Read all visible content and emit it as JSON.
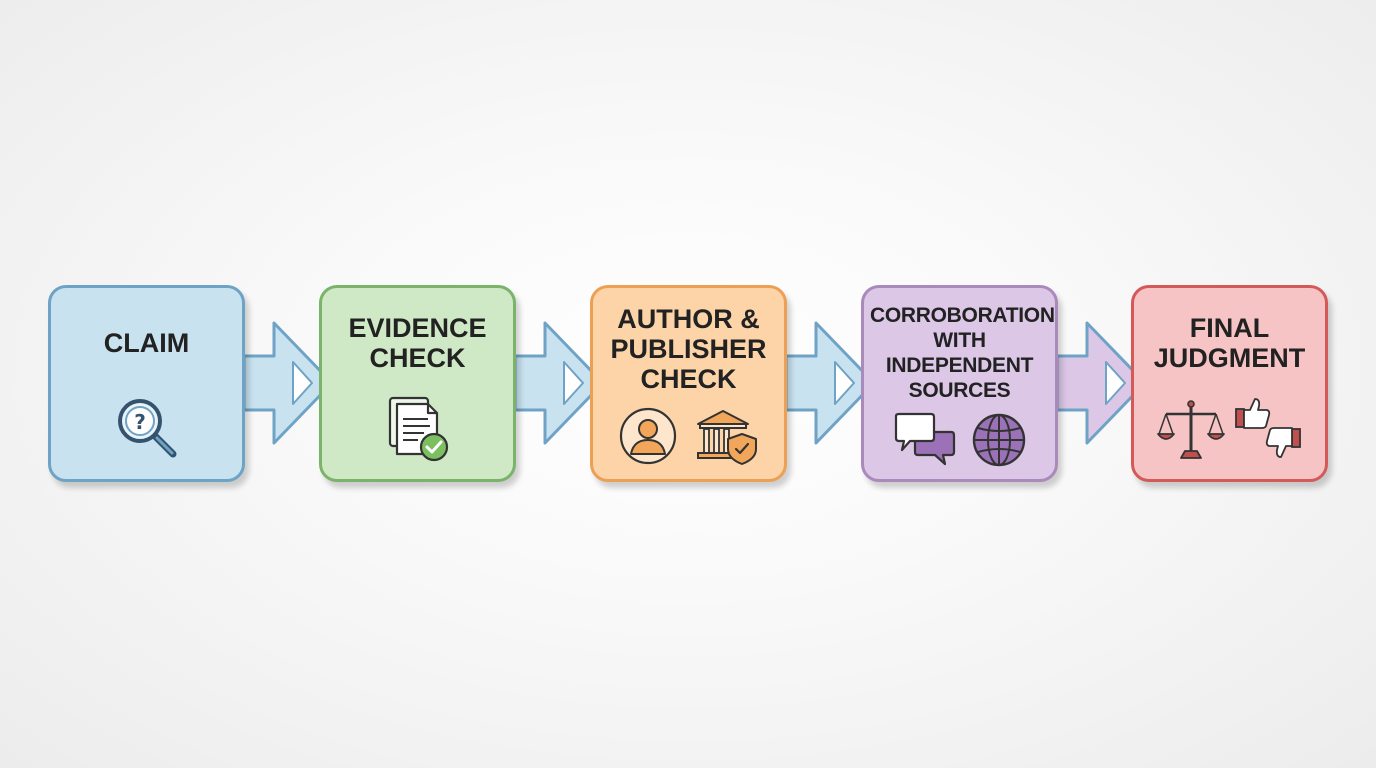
{
  "steps": [
    {
      "lines": [
        "CLAIM"
      ],
      "color": "#c8e2f0",
      "border": "#6fa3c6",
      "icons": [
        "magnifier-question-icon"
      ]
    },
    {
      "lines": [
        "EVIDENCE",
        "CHECK"
      ],
      "color": "#cfe8c6",
      "border": "#7bb36a",
      "icons": [
        "document-check-icon"
      ]
    },
    {
      "lines": [
        "AUTHOR &",
        "PUBLISHER",
        "CHECK"
      ],
      "color": "#fcd4a8",
      "border": "#eba055",
      "icons": [
        "person-icon",
        "bank-shield-icon"
      ]
    },
    {
      "lines": [
        "CORROBORATION",
        "WITH",
        "INDEPENDENT",
        "SOURCES"
      ],
      "color": "#dcc7e6",
      "border": "#a98abb",
      "icons": [
        "chat-bubbles-icon",
        "globe-icon"
      ]
    },
    {
      "lines": [
        "FINAL",
        "JUDGMENT"
      ],
      "color": "#f6c4c4",
      "border": "#d45a5a",
      "icons": [
        "scales-icon",
        "thumbs-icon"
      ]
    }
  ],
  "arrow_color": {
    "fill": "#c8e2f0",
    "stroke": "#6fa3c6"
  }
}
